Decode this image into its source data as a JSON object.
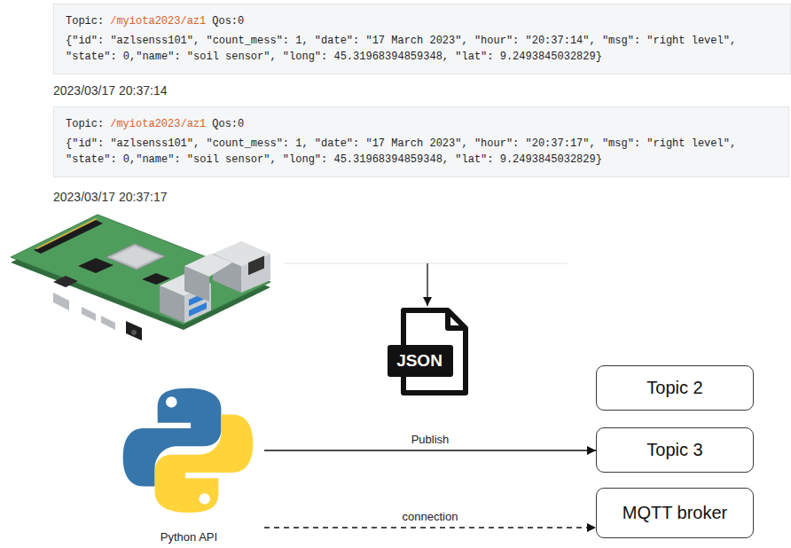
{
  "diagram": {
    "nodes": [
      {
        "text": [
          "Topic:",
          "/myiota2023/az1",
          "Qos:0",
          "{\"id\": \"azlsenss101\", \"count_mess\": 1, \"date\": \"17 March 2023\", \"hour\": \"20:37:14\", \"msg\": \"right level\", \"state\": 0,\"name\": \"soil sensor\", \"long\": 45.31968394859348, \"lat\": 9.2493845032829}"
        ]
      },
      {
        "text": [
          "Topic:",
          "/myiota2023/az1",
          "Qos:0",
          "{\"id\": \"azlsenss101\", \"count_mess\": 1, \"date\": \"17 March 2023\", \"hour\": \"20:37:17\", \"msg\": \"right level\", \"state\": 0,\"name\": \"soil sensor\", \"long\": 45.31968394859348, \"lat\": 9.2493845032829}"
        ]
      },
      {
        "text": [
          "Topic 2"
        ]
      },
      {
        "text": [
          "Python API"
        ]
      },
      {
        "text": [
          "Topic 3"
        ]
      },
      {
        "text": [
          "MQTT broker"
        ]
      }
    ],
    "edges": [
      {
        "from": 3,
        "to": 4,
        "label": "Publish",
        "arrow": "to"
      },
      {
        "from": 3,
        "to": 5,
        "label": "connection",
        "arrow": "to"
      }
    ],
    "labels": [
      "2023/03/17 20:37:14",
      "2023/03/17 20:37:17",
      "JSON"
    ]
  }
}
